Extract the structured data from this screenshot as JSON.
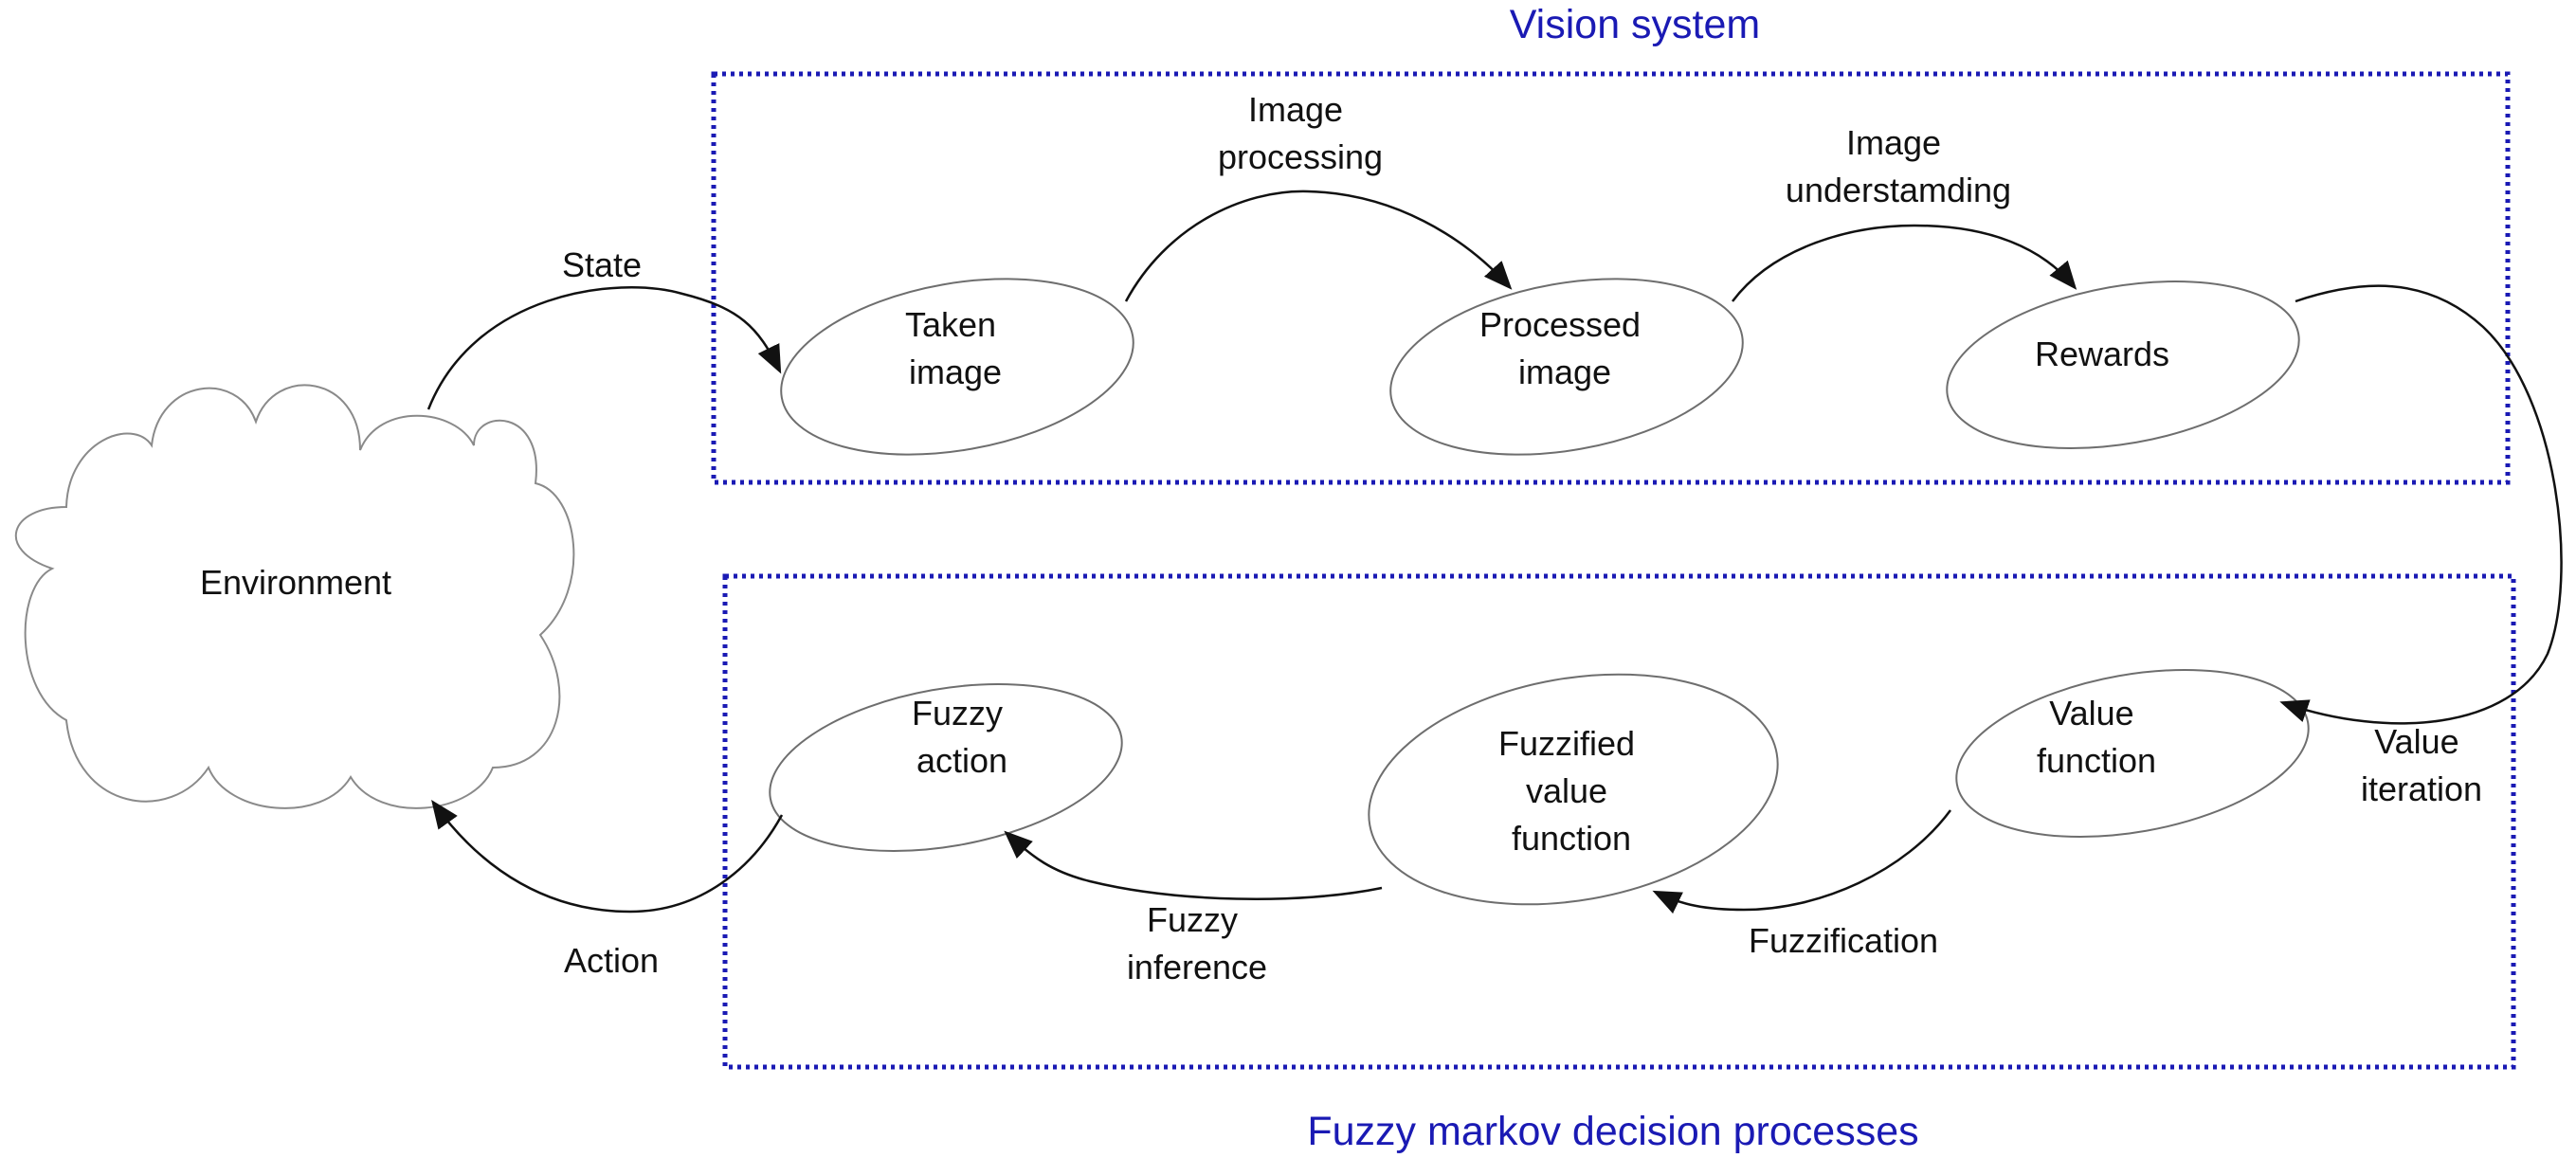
{
  "colors": {
    "group": "#1a1ab4",
    "ink": "#111111",
    "outline": "#6e6e6e"
  },
  "groups": {
    "vision": {
      "label": "Vision system"
    },
    "fmdp": {
      "label": "Fuzzy markov decision processes"
    }
  },
  "nodes": {
    "environment": {
      "label": "Environment"
    },
    "taken_image": {
      "lines": [
        "Taken",
        "image"
      ]
    },
    "processed_image": {
      "lines": [
        "Processed",
        "image"
      ]
    },
    "rewards": {
      "lines": [
        "Rewards"
      ]
    },
    "value_function": {
      "lines": [
        "Value",
        "function"
      ]
    },
    "fuzzified_value_function": {
      "lines": [
        "Fuzzified",
        "value",
        "function"
      ]
    },
    "fuzzy_action": {
      "lines": [
        "Fuzzy",
        "action"
      ]
    }
  },
  "edges": {
    "state": {
      "lines": [
        "State"
      ]
    },
    "image_processing": {
      "lines": [
        "Image",
        "processing"
      ]
    },
    "image_understanding": {
      "lines": [
        "Image",
        "understamding"
      ]
    },
    "value_iteration": {
      "lines": [
        "Value",
        "iteration"
      ]
    },
    "fuzzification": {
      "lines": [
        "Fuzzification"
      ]
    },
    "fuzzy_inference": {
      "lines": [
        "Fuzzy",
        "inference"
      ]
    },
    "action": {
      "lines": [
        "Action"
      ]
    }
  }
}
